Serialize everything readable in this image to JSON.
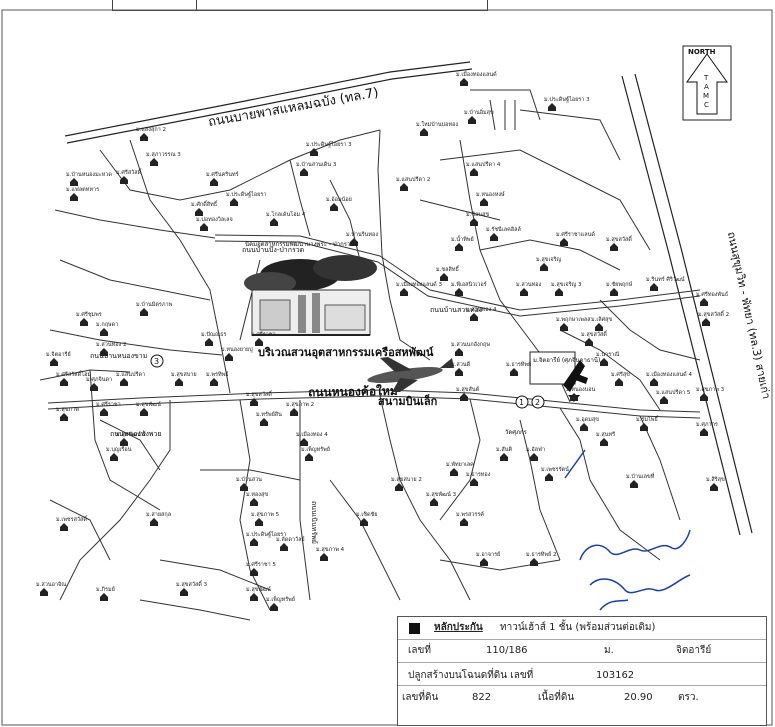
{
  "road_labels": {
    "bypass": "ถนนบายพาสแหลมฉบัง (ทล.7)",
    "sukhumvit": "ถนนสุขุมวิท - พัทยา (ทล.3) สายเก่า",
    "nongkham": "ถนนหนองค้อใหม่",
    "banbueng": "ถนนบ้านบึง-ป่ากรวด",
    "soi": "ถนนบ้านสวนทอง",
    "phanatnikhom": "ถนนหนองพังพวย",
    "nongkho": "ถนนเนินทรัพย์",
    "pongsa": "ถนนบ้านหนองขาม"
  },
  "north_arrow": {
    "label": "NORTH",
    "letters": [
      "T",
      "A",
      "M",
      "C"
    ]
  },
  "landmarks": {
    "industrial": "บริเวณสวนอุตสาหกรรมเครือสหพัฒน์",
    "airport": "สนามบินเล็ก",
    "industrial_sub": "นิคมอุตสาหกรรมพัฒนาบางพระ - ป่ากรวด",
    "subject": "ม.จิตอารีย์ (ศุภจินดาธานี)",
    "temple": "วัดศุภกร"
  },
  "place_labels": [
    "ม.ประดิษฐ์ไอยรา 3",
    "ม.แสงสุกา 2",
    "ม.สุภาวรรณ 3",
    "ม.ศรีสวัสดิ์",
    "ม.บ้านหนองมะหวด",
    "ม.แฟลตทหาร",
    "ม.ศรีนครินทร์",
    "ม.ประดิษฐ์ไอยรา",
    "ม.ประดิษฐ์ไอยรา 3",
    "ม.บ้านสวนเดิน 3",
    "ม.ใหม่บ้านบ่อทอง",
    "ม.บ้านอิ่มสุข",
    "ม.เมืองทองแลนด์",
    "ม.อ้อมน้อย",
    "ม.แสนปรีดา 2",
    "ม.แสนปรีดา 4",
    "ม.หนองหงษ์",
    "ม.ซ้อนสุข",
    "ม.ศักดิ์สิทธิ์",
    "ม.บ่อทองวิลเลจ",
    "ม.โกลเด้นโฮม 4",
    "ม.บ้านรินทอง",
    "ม.น้ำทิพย์",
    "ม.รัชนีเลคฮิลล์",
    "ม.ศรีราชาแลนด์",
    "ม.สุขสวัสดิ์",
    "ม.สุขเจริญ",
    "ม.สุขเจริญ 3",
    "ม.ชัยพฤกษ์",
    "ม.รินทร์ ศิริวัฒน์",
    "ม.ศรีทองพันธ์",
    "ม.สุขสวัสดิ์ 2",
    "ม.พฤกษาเพลส",
    "ม.เลิศสุข",
    "ม.ชลสิทธิ์",
    "ม.พีเอสนิวเวอร์",
    "ม.เมืองทองแลนด์ 3",
    "ม.สวนทอง 4",
    "ม.สวนทอง",
    "ม.ศรีชุมพร",
    "ม.กฤษดา",
    "ม.บ้านมิตรภาพ",
    "ม.สวนทอง 2",
    "ม.จิตอารีย์",
    "ม.ศรีสวัสดิ์โฮม",
    "ม.ศุภจินดา",
    "ม.แสนปรีดา",
    "ม.สุขสบาย",
    "ม.พรทิพย์",
    "ม.ปัณณธร",
    "ม.ศรีราชา",
    "ม.หนองยายบู่",
    "ม.สวนนกอังกฤษ",
    "ม.สวนดี",
    "ม.สุขสันต์",
    "ม.ธารทิพย์",
    "ม.สุขสวัสดิ์",
    "ม.นาราณี",
    "ม.หนองบอน",
    "ม.เมืองทองแลนด์ 4",
    "ม.แสนปรีดา 5",
    "ม.อุดมสุข",
    "ม.ร่มโพธิ์",
    "ม.สุขภาพ",
    "ม.ศรีราชา",
    "ม.สุขพัฒน์",
    "ม.สุขพัฒน์ 2",
    "ม.บุญเรือน",
    "ม.สุขสวัสดิ์",
    "ม.ทรัพย์สิน",
    "ม.สุขภาพ 2",
    "ม.เมืองทอง 4",
    "ม.เพ็ญทรัพย์",
    "ม.บ้านสวน",
    "ม.ทองสุข",
    "ม.สุขภาพ 5",
    "ม.ประดิษฐ์ไอยรา",
    "ม.สุขภาพ 4",
    "ม.ลัดดาวัลย์",
    "ม.ศรีราชา 5",
    "ม.สุขพัฒน์",
    "ม.เพ็ญทรัพย์",
    "ม.เพชรสวัสดิ์",
    "ม.สวนอาจิณ",
    "ม.ภิรมย์",
    "ม.สุขสวัสดิ์ 3",
    "ม.พัทยาเลค",
    "ม.ธารทอง",
    "ม.สันติ",
    "ม.อัลฟ่า",
    "ม.เพชรรัตน์",
    "ม.บ้านเลขที่",
    "ม.สิริสุข",
    "ม.สุขพัฒน์ 3",
    "ม.พรสวรรค์",
    "ม.สุขภาพ 3",
    "ม.ศุภากร",
    "ม.สุขสบาย 2",
    "ม.เชิดชัย",
    "ม.อาจารย์",
    "ม.ธารทิพย์ 2",
    "ม.สุนทรี",
    "ม.ศรีสุข",
    "ม.สายสกุล"
  ],
  "legend": {
    "title": "หลักประกัน",
    "type_value": "ทาวน์เฮ้าส์ 1 ชั้น (พร้อมส่วนต่อเติม)",
    "number_label": "เลขที่",
    "number_value": "110/186",
    "village_label": "ม.",
    "village_value": "จิตอารีย์",
    "deed_label": "ปลูกสร้างบนโฉนดที่ดิน เลขที่",
    "deed_value": "103162",
    "land_no_label": "เลขที่ดิน",
    "land_no_value": "822",
    "area_label": "เนื้อที่ดิน",
    "area_value": "20.90",
    "area_unit": "ตรว."
  },
  "markers": {
    "m1": "1",
    "m2": "2",
    "m3": "3"
  }
}
